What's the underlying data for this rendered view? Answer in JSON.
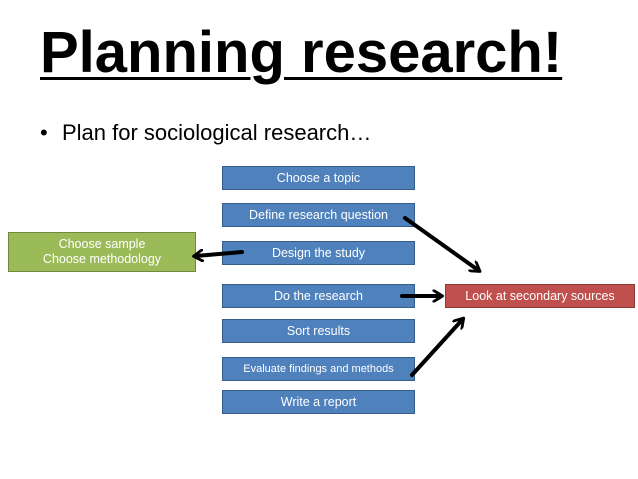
{
  "slide": {
    "title": "Planning research!",
    "bullet_marker": "•",
    "bullet_text": "Plan for sociological research…"
  },
  "steps": [
    "Choose a topic",
    "Define research question",
    "Design the study",
    "Do the research",
    "Sort results",
    "Evaluate findings and methods",
    "Write a report"
  ],
  "side_boxes": {
    "sample": {
      "line1": "Choose sample",
      "line2": "Choose methodology"
    },
    "secondary": "Look at secondary sources"
  },
  "colors": {
    "step_fill": "#4f81bd",
    "sample_fill": "#9bbb59",
    "secondary_fill": "#c0504d",
    "arrow": "#000000"
  }
}
